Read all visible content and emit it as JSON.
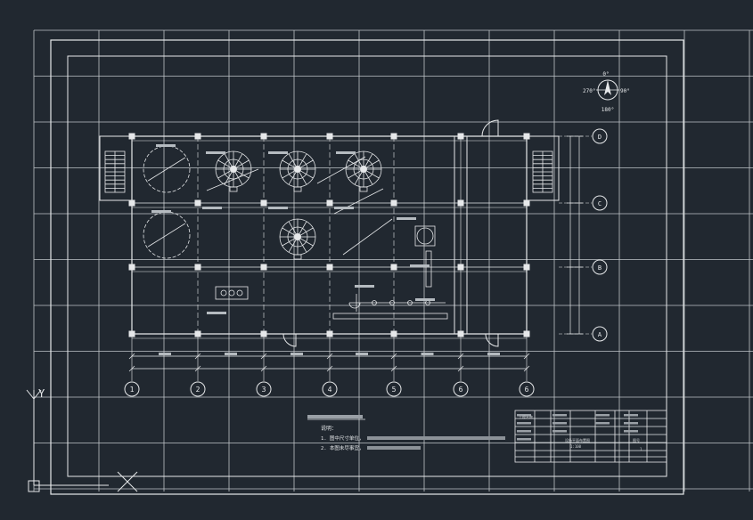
{
  "app": {
    "background": "#212830",
    "grid_color": "#c8ccd0",
    "line_color": "#e6e8ea"
  },
  "compass": {
    "north": "0°",
    "east": "90°",
    "south": "180°",
    "west": "270°"
  },
  "axes": {
    "columns": [
      "1",
      "2",
      "3",
      "4",
      "5",
      "6",
      "6"
    ],
    "rows": [
      "D",
      "C",
      "B",
      "A"
    ]
  },
  "ucs": {
    "y_label": "Y"
  },
  "notes": {
    "heading": "说明：",
    "line1": "1. 图中尺寸单位，",
    "line2": "2. 本图未尽事宜，"
  },
  "title_block": {
    "project": "工程名称",
    "drawing": "设备平面布置图",
    "scale": "1:100",
    "sheet": "图号",
    "page": "1"
  }
}
